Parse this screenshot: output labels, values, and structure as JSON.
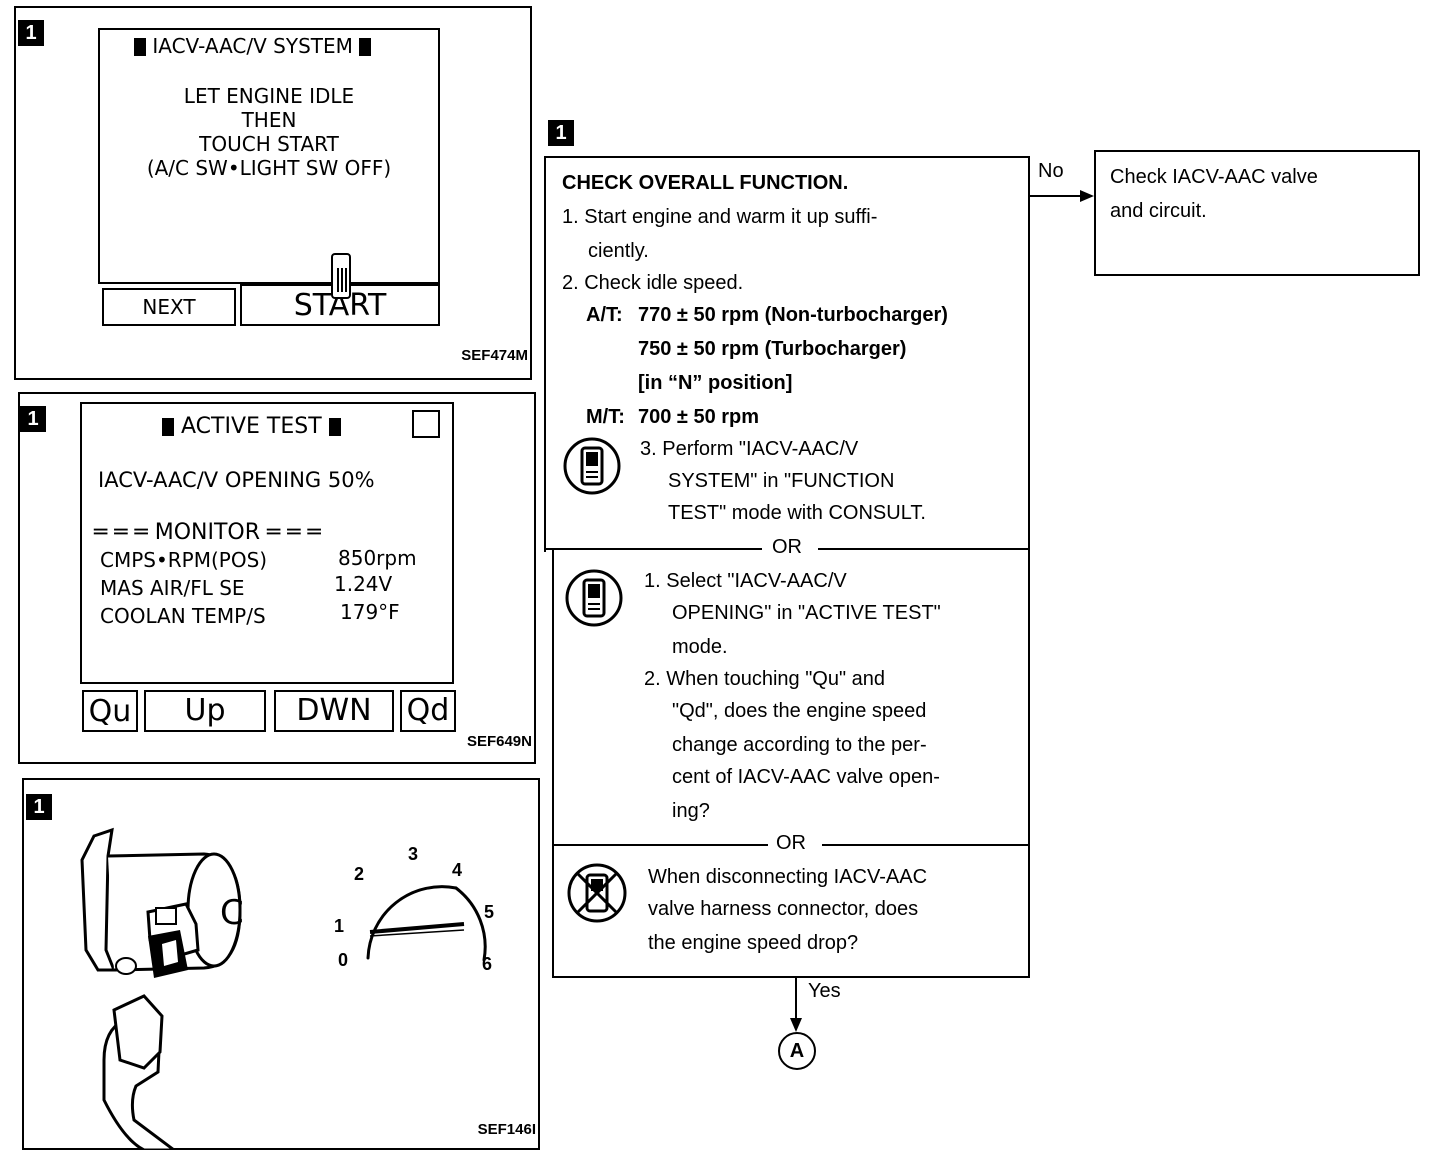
{
  "panel1": {
    "badge": "1",
    "title": "IACV-AAC/V SYSTEM",
    "lines": [
      "LET ENGINE IDLE",
      "THEN",
      "TOUCH START",
      "(A/C SW•LIGHT SW OFF)"
    ],
    "btn_next": "NEXT",
    "btn_start": "START",
    "code": "SEF474M"
  },
  "panel2": {
    "badge": "1",
    "title": "ACTIVE TEST",
    "opening": "IACV-AAC/V OPENING 50%",
    "monitor": "MONITOR",
    "rows": [
      {
        "label": "CMPS•RPM(POS)",
        "value": "850rpm"
      },
      {
        "label": "MAS AIR/FL SE",
        "value": "1.24V"
      },
      {
        "label": "COOLAN TEMP/S",
        "value": "179°F"
      }
    ],
    "buttons": [
      "Qu",
      "Up",
      "DWN",
      "Qd"
    ],
    "code": "SEF649N"
  },
  "panel3": {
    "badge": "1",
    "gauge_ticks": [
      "0",
      "1",
      "2",
      "3",
      "4",
      "5",
      "6"
    ],
    "connector_letter": "C",
    "code": "SEF146I"
  },
  "flow": {
    "badge": "1",
    "heading": "CHECK OVERALL FUNCTION.",
    "step1": "1. Start engine and warm it up suffi-",
    "step1b": "ciently.",
    "step2": "2. Check idle speed.",
    "at_label": "A/T:",
    "at_line1": "770 ± 50 rpm (Non-turbocharger)",
    "at_line2": "750 ± 50 rpm (Turbocharger)",
    "at_line3": "[in “N” position]",
    "mt_label": "M/T:",
    "mt_line": "700 ± 50 rpm",
    "step3a": "3. Perform \"IACV-AAC/V",
    "step3b": "SYSTEM\" in \"FUNCTION",
    "step3c": "TEST\" mode with CONSULT.",
    "or": "OR",
    "sec2_1a": "1. Select \"IACV-AAC/V",
    "sec2_1b": "OPENING\" in \"ACTIVE TEST\"",
    "sec2_1c": "mode.",
    "sec2_2a": "2. When touching \"Qu\" and",
    "sec2_2b": "\"Qd\", does the engine speed",
    "sec2_2c": "change according to the per-",
    "sec2_2d": "cent of IACV-AAC valve open-",
    "sec2_2e": "ing?",
    "sec3_a": "When disconnecting IACV-AAC",
    "sec3_b": "valve harness connector, does",
    "sec3_c": "the engine speed drop?",
    "no_label": "No",
    "no_box_a": "Check IACV-AAC valve",
    "no_box_b": "and circuit.",
    "yes_label": "Yes",
    "connector": "A"
  }
}
